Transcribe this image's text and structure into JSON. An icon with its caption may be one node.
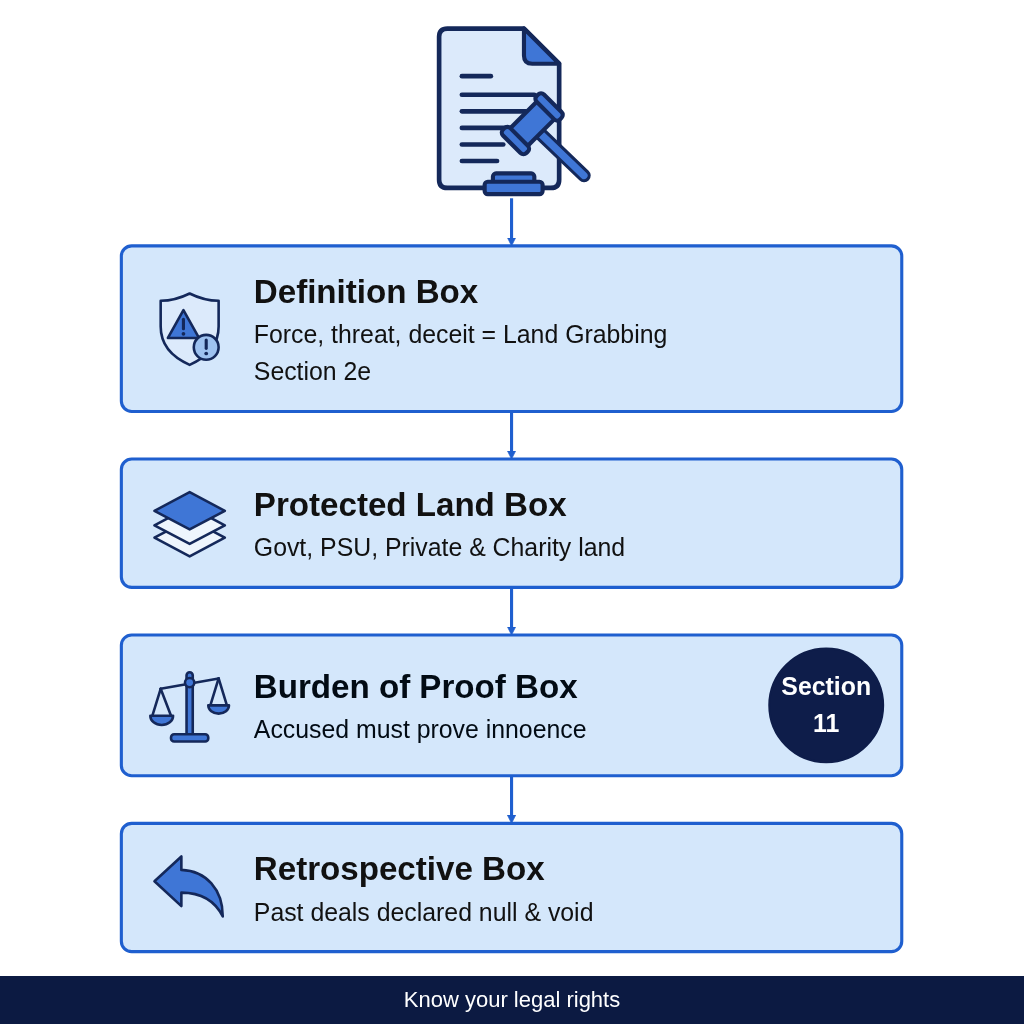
{
  "diagram": {
    "caption": "Know your legal rights",
    "nodes": [
      {
        "text": [],
        "shape": "picture"
      },
      {
        "text": [
          "Definition Box",
          "Force, threat, deceit = Land Grabbing",
          "Section 2e"
        ]
      },
      {
        "text": [
          "Protected Land Box",
          "Govt, PSU, Private & Charity land"
        ]
      },
      {
        "text": [
          "Burden of Proof Box",
          "Accused must prove innoence"
        ]
      },
      {
        "text": [
          "Section 11"
        ],
        "in": 3
      },
      {
        "text": [
          "Retrospective Box",
          "Past deals declared null & void"
        ]
      }
    ],
    "edges": [
      {
        "from": 0,
        "to": 1,
        "arrow": "to"
      },
      {
        "from": 1,
        "to": 2,
        "arrow": "to"
      },
      {
        "from": 2,
        "to": 3,
        "arrow": "to"
      },
      {
        "from": 3,
        "to": 5,
        "arrow": "to"
      }
    ]
  }
}
